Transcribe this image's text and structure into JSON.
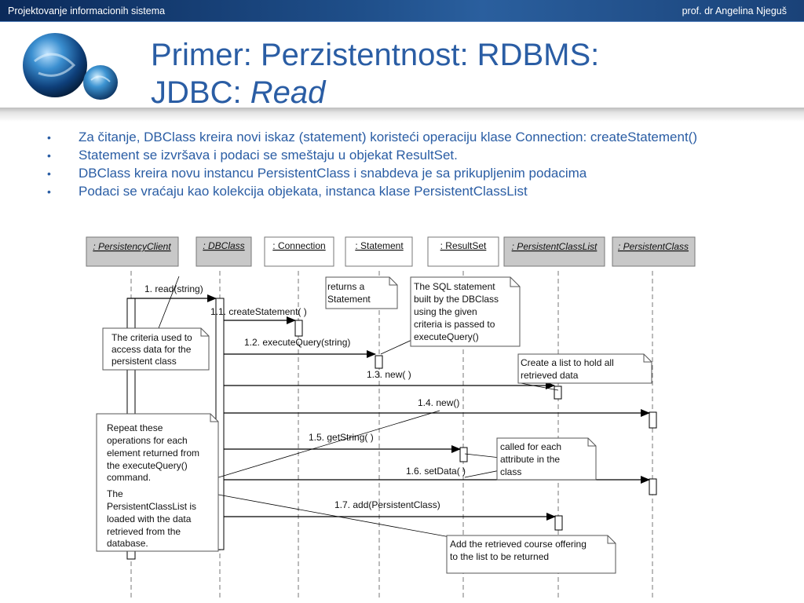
{
  "header": {
    "course": "Projektovanje informacionih sistema",
    "author": "prof. dr Angelina Njeguš"
  },
  "title": {
    "line1": "Primer: Perzistentnost: RDBMS:",
    "line2_prefix": "JDBC: ",
    "line2_italic": "Read"
  },
  "bullets": [
    "Za čitanje, DBClass kreira novi iskaz (statement) koristeći operaciju klase Connection: createStatement()",
    "Statement se izvršava i podaci se smeštaju u objekat ResultSet.",
    "DBClass kreira novu instancu PersistentClass i snabdeva je sa prikupljenim podacima",
    "Podaci se vraćaju kao kolekcija objekata, instanca klase PersistentClassList"
  ],
  "diagram": {
    "participants": [
      ": PersistencyClient",
      ": DBClass",
      ": Connection",
      ": Statement",
      ": ResultSet",
      ": PersistentClassList",
      ": PersistentClass"
    ],
    "messages": [
      "1. read(string)",
      "1.1. createStatement( )",
      "1.2. executeQuery(string)",
      "1.3. new( )",
      "1.4. new()",
      "1.5. getString( )",
      "1.6. setData( )",
      "1.7. add(PersistentClass)"
    ],
    "notes": {
      "returns": [
        "returns a",
        "Statement"
      ],
      "sql": [
        "The SQL statement",
        "built by the DBClass",
        "using the given",
        "criteria is passed to",
        "executeQuery()"
      ],
      "criteria": [
        "The criteria used to",
        "access data for the",
        "persistent class"
      ],
      "create_list": [
        "Create a list to hold all",
        "retrieved data"
      ],
      "repeat": [
        "Repeat these",
        "operations for each",
        "element returned from",
        "the executeQuery()",
        "command.",
        "The",
        "PersistentClassList is",
        "loaded with the data",
        "retrieved from the",
        "database."
      ],
      "called": [
        "called for each",
        "attribute in the",
        "class"
      ],
      "add": [
        "Add the retrieved course offering",
        "to the list to be returned"
      ]
    }
  }
}
